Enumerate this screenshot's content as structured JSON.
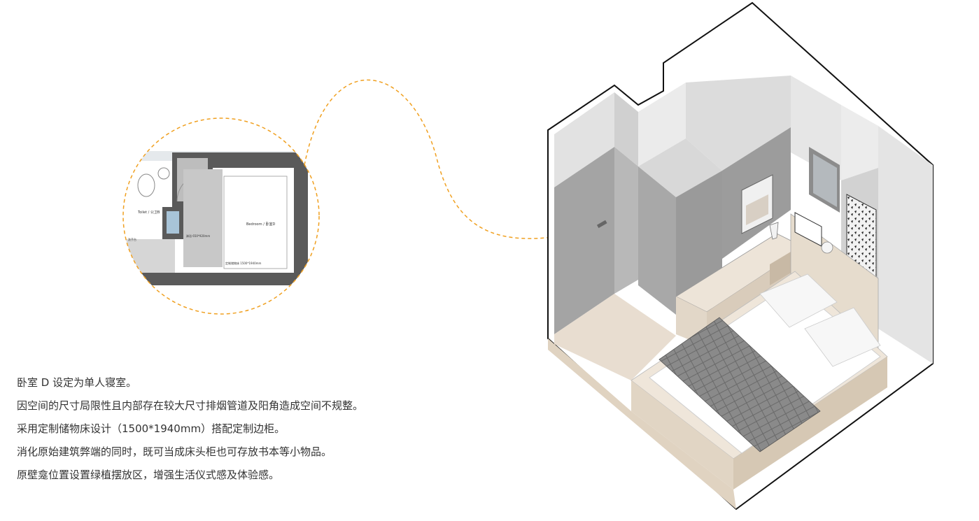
{
  "plan": {
    "toilet_label": "Toilet / 公卫B",
    "bedroom_label": "Bedroom / 卧室D",
    "dim_label_1": "淋浴 650*920mm",
    "dim_label_2": "定制储物床 1500*1940mm",
    "fixture_label": "洗手台"
  },
  "description": [
    "卧室 D 设定为单人寝室。",
    "因空间的尺寸局限性且内部存在较大尺寸排烟管道及阳角造成空间不规整。",
    "采用定制储物床设计（1500*1940mm）搭配定制边柜。",
    "消化原始建筑弊端的同时，既可当成床头柜也可存放书本等小物品。",
    "原壁龛位置设置绿植摆放区，增强生活仪式感及体验感。"
  ],
  "colors": {
    "accent": "#f0a020",
    "wall": "#5a5a5a",
    "wood": "#e8ddd0",
    "panel": "#9a9a9a"
  }
}
